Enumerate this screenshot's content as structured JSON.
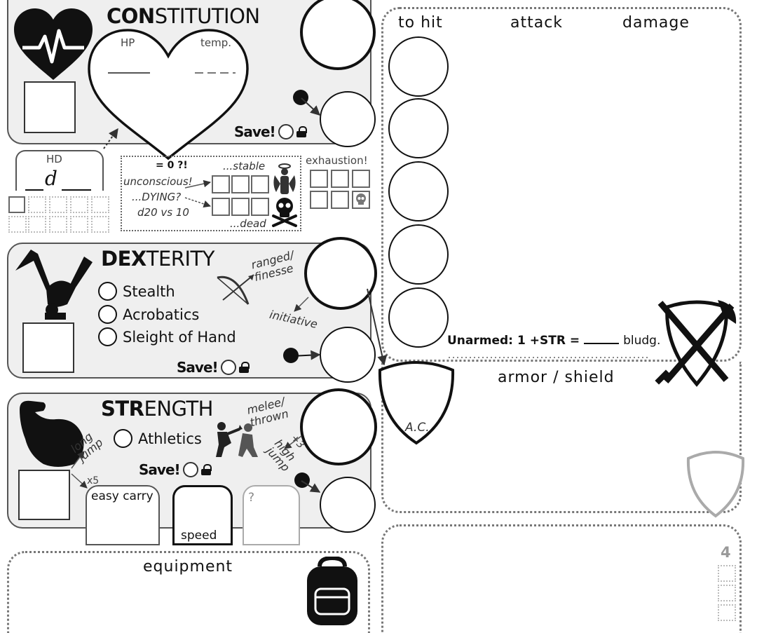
{
  "constitution": {
    "title_bold": "CON",
    "title_rest": "STITUTION",
    "hp_label": "HP",
    "temp_label": "temp.",
    "hd_label": "HD",
    "hd_die": "d",
    "zero_label": "= 0 ?!",
    "unconscious": "unconscious!",
    "dying": "...DYING?",
    "d20": "d20 vs 10",
    "stable": "...stable",
    "dead": "...dead",
    "exhaustion": "exhaustion!",
    "save": "Save!"
  },
  "dexterity": {
    "title_bold": "DEX",
    "title_rest": "TERITY",
    "skills": [
      "Stealth",
      "Acrobatics",
      "Sleight of Hand"
    ],
    "ranged_line1": "ranged/",
    "ranged_line2": "finesse",
    "initiative": "initiative",
    "save": "Save!"
  },
  "strength": {
    "title_bold": "STR",
    "title_rest": "ENGTH",
    "skill": "Athletics",
    "melee_line1": "melee/",
    "melee_line2": "thrown",
    "long_jump_1": "long",
    "long_jump_2": "jump",
    "high_jump_1": "high",
    "high_jump_2": "jump",
    "plus3": "+3",
    "x5": "x5",
    "easy_carry": "easy carry",
    "speed": "speed",
    "unknown": "?",
    "save": "Save!"
  },
  "attacks": {
    "headers": [
      "to hit",
      "attack",
      "damage"
    ],
    "unarmed_label": "Unarmed:",
    "unarmed_formula": "1 +STR =",
    "unarmed_type": "bludg."
  },
  "armor": {
    "title": "armor / shield",
    "ac_label": "A.C."
  },
  "equipment": {
    "title": "equipment"
  },
  "page_number": "4"
}
